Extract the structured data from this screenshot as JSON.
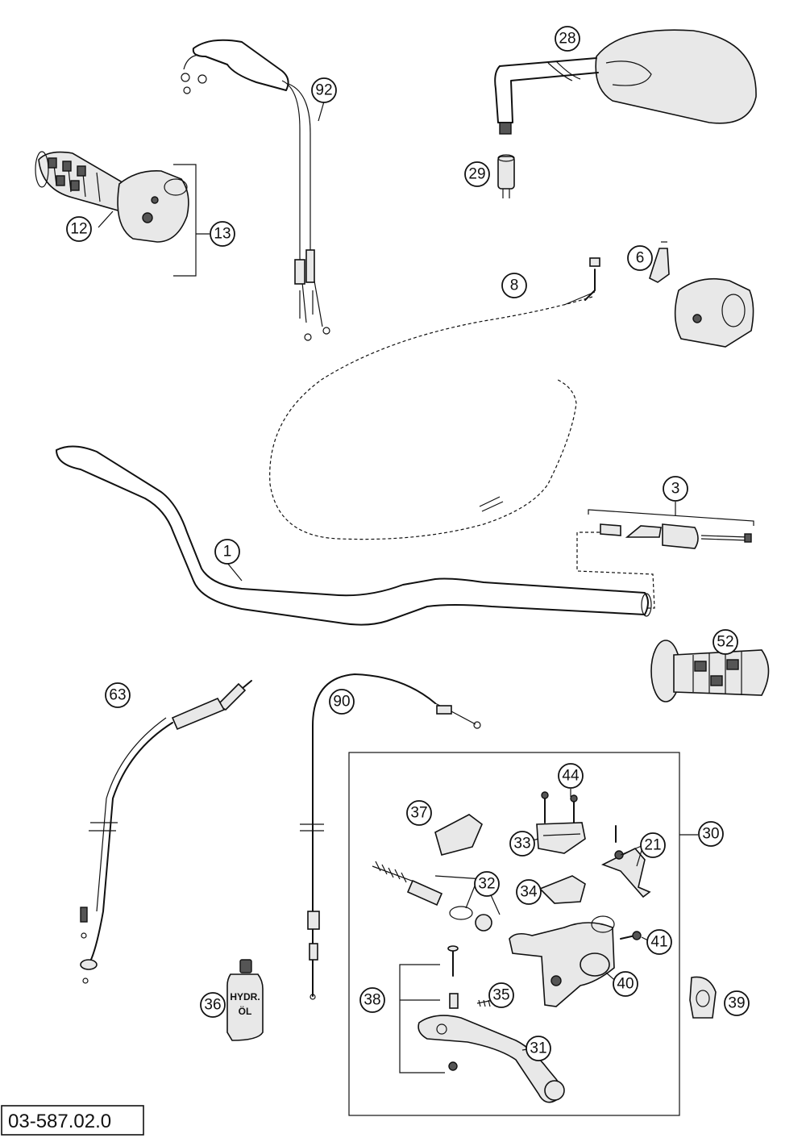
{
  "document_code": "03-587.02.0",
  "callouts": [
    {
      "id": "c1",
      "label": "1"
    },
    {
      "id": "c3",
      "label": "3"
    },
    {
      "id": "c6",
      "label": "6"
    },
    {
      "id": "c8",
      "label": "8"
    },
    {
      "id": "c12",
      "label": "12"
    },
    {
      "id": "c13",
      "label": "13"
    },
    {
      "id": "c21",
      "label": "21"
    },
    {
      "id": "c28",
      "label": "28"
    },
    {
      "id": "c29",
      "label": "29"
    },
    {
      "id": "c30",
      "label": "30"
    },
    {
      "id": "c31",
      "label": "31"
    },
    {
      "id": "c32",
      "label": "32"
    },
    {
      "id": "c33",
      "label": "33"
    },
    {
      "id": "c34",
      "label": "34"
    },
    {
      "id": "c35",
      "label": "35"
    },
    {
      "id": "c36",
      "label": "36"
    },
    {
      "id": "c37",
      "label": "37"
    },
    {
      "id": "c38",
      "label": "38"
    },
    {
      "id": "c39",
      "label": "39"
    },
    {
      "id": "c40",
      "label": "40"
    },
    {
      "id": "c41",
      "label": "41"
    },
    {
      "id": "c44",
      "label": "44"
    },
    {
      "id": "c52",
      "label": "52"
    },
    {
      "id": "c63",
      "label": "63"
    },
    {
      "id": "c90",
      "label": "90"
    },
    {
      "id": "c92",
      "label": "92"
    }
  ],
  "bottle_label": {
    "line1": "HYDR.",
    "line2": "ÖL"
  }
}
